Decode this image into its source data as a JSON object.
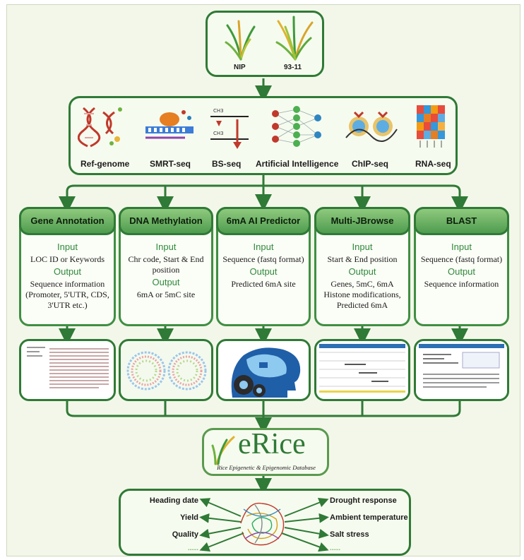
{
  "varieties": [
    "NIP",
    "93-11"
  ],
  "techniques": [
    "Ref-genome",
    "SMRT-seq",
    "BS-seq",
    "Artificial Intelligence",
    "ChIP-seq",
    "RNA-seq"
  ],
  "modules": [
    {
      "title": "Gene Annotation",
      "input_head": "Input",
      "input": "LOC ID or Keywords",
      "output_head": "Output",
      "output": "Sequence information (Promoter, 5'UTR, CDS, 3'UTR etc.)"
    },
    {
      "title": "DNA Methylation",
      "input_head": "Input",
      "input": "Chr code, Start & End position",
      "output_head": "Output",
      "output": "6mA or 5mC site"
    },
    {
      "title": "6mA AI Predictor",
      "input_head": "Input",
      "input": "Sequence (fastq format)",
      "output_head": "Output",
      "output": "Predicted 6mA site"
    },
    {
      "title": "Multi-JBrowse",
      "input_head": "Input",
      "input": "Start & End position",
      "output_head": "Output",
      "output": "Genes, 5mC, 6mA Histone modifications, Predicted 6mA"
    },
    {
      "title": "BLAST",
      "input_head": "Input",
      "input": "Sequence (fastq format)",
      "output_head": "Output",
      "output": "Sequence information"
    }
  ],
  "logo": {
    "word": "eRice",
    "tagline": "Rice Epigenetic & Epigenomic Database"
  },
  "effects_left": [
    "Heading date",
    "Yield",
    "Quality",
    "......"
  ],
  "effects_right": [
    "Drought response",
    "Ambient temperature",
    "Salt stress",
    "......"
  ],
  "colors": {
    "frame_green": "#2f7a36",
    "header_green": "#6fb463",
    "text_green": "#2f8a3a",
    "background": "#f3f7e9"
  }
}
